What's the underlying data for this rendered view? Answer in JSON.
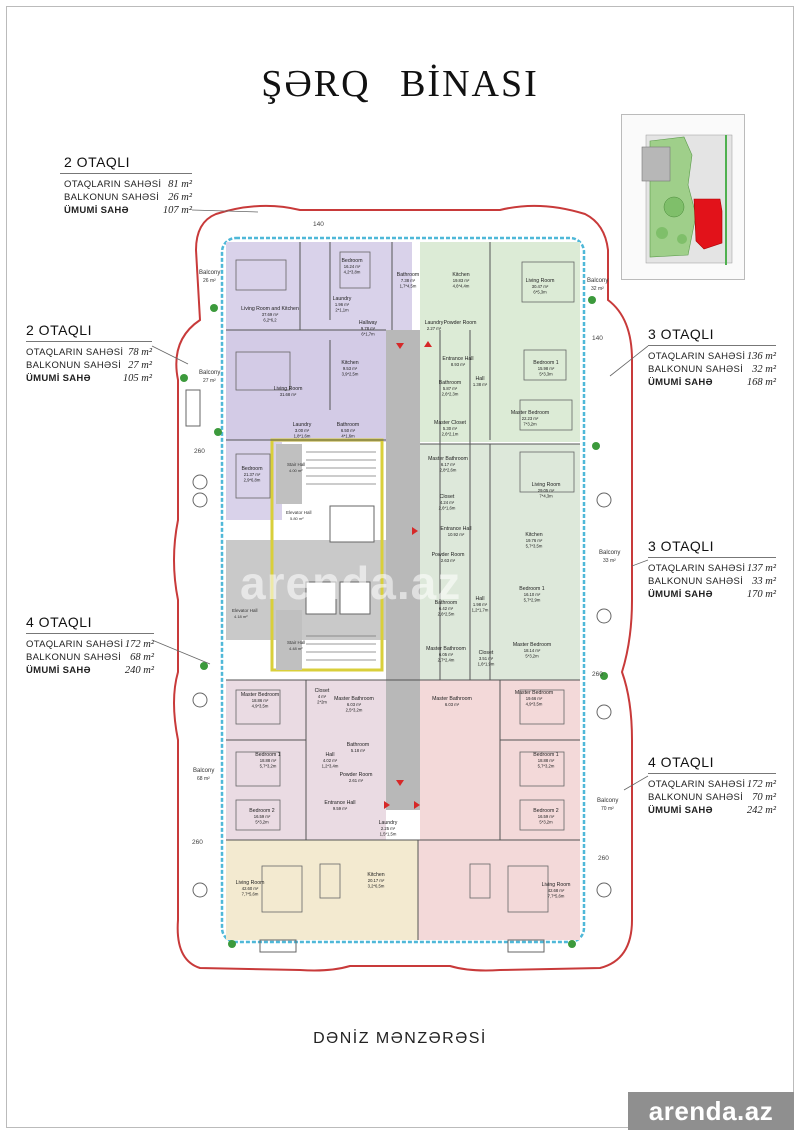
{
  "title": "ŞƏRQ   BİNASI",
  "footer": "DƏNİZ MƏNZƏRƏSİ",
  "brand": "arenda.az",
  "watermark": "arenda.az",
  "colors": {
    "outline_red": "#c83a3a",
    "unit_violet": "#d9d2ea",
    "unit_green": "#dcebd6",
    "unit_pink": "#f3d9d9",
    "unit_yellow": "#f3ead0",
    "corridor": "#b8b8b8",
    "core_yellow": "#f6f0a6",
    "window_cyan": "#4fb8d8",
    "keymap_highlight": "#e2121a"
  },
  "units": [
    {
      "id": "u1",
      "heading": "2 OTAQLI",
      "rooms_label": "OTAQLARIN SAHƏSİ",
      "rooms_value": "81 m²",
      "balcony_label": "BALKONUN SAHƏSİ",
      "balcony_value": "26 m²",
      "total_label": "ÜMUMİ SAHƏ",
      "total_value": "107 m²"
    },
    {
      "id": "u2",
      "heading": "2 OTAQLI",
      "rooms_label": "OTAQLARIN SAHƏSİ",
      "rooms_value": "78 m²",
      "balcony_label": "BALKONUN SAHƏSİ",
      "balcony_value": "27 m²",
      "total_label": "ÜMUMİ SAHƏ",
      "total_value": "105 m²"
    },
    {
      "id": "u3",
      "heading": "3 OTAQLI",
      "rooms_label": "OTAQLARIN SAHƏSİ",
      "rooms_value": "136 m²",
      "balcony_label": "BALKONUN SAHƏSİ",
      "balcony_value": "32 m²",
      "total_label": "ÜMUMİ SAHƏ",
      "total_value": "168 m²"
    },
    {
      "id": "u4",
      "heading": "3 OTAQLI",
      "rooms_label": "OTAQLARIN SAHƏSİ",
      "rooms_value": "137 m²",
      "balcony_label": "BALKONUN SAHƏSİ",
      "balcony_value": "33 m²",
      "total_label": "ÜMUMİ SAHƏ",
      "total_value": "170 m²"
    },
    {
      "id": "u5",
      "heading": "4 OTAQLI",
      "rooms_label": "OTAQLARIN SAHƏSİ",
      "rooms_value": "172 m²",
      "balcony_label": "BALKONUN SAHƏSİ",
      "balcony_value": "68 m²",
      "total_label": "ÜMUMİ SAHƏ",
      "total_value": "240 m²"
    },
    {
      "id": "u6",
      "heading": "4 OTAQLI",
      "rooms_label": "OTAQLARIN SAHƏSİ",
      "rooms_value": "172 m²",
      "balcony_label": "BALKONUN SAHƏSİ",
      "balcony_value": "70 m²",
      "total_label": "ÜMUMİ SAHƏ",
      "total_value": "242 m²"
    }
  ],
  "plan": {
    "dimensions": [
      "140",
      "140",
      "260",
      "260",
      "260",
      "260"
    ],
    "rooms": [
      {
        "name": "Bedroom",
        "area": "16.24 m²",
        "size": "4,2*3,8m"
      },
      {
        "name": "Bathroom",
        "area": "7.38 m²",
        "size": "1,7*4,5m"
      },
      {
        "name": "Living Room and Kitchen",
        "area": "37.69 m²",
        "size": "6,2*6,2"
      },
      {
        "name": "Laundry",
        "area": "1.96 m²",
        "size": "2*1,1m"
      },
      {
        "name": "Hallway",
        "area": "9.78 m²",
        "size": "6*1,7m"
      },
      {
        "name": "Kitchen",
        "area": "9.53 m²",
        "size": "3,9*2,5m"
      },
      {
        "name": "Living Room",
        "area": "31.68 m²",
        "size": ""
      },
      {
        "name": "Laundry",
        "area": "3.00 m²",
        "size": "1,8*1,6m"
      },
      {
        "name": "Bathroom",
        "area": "6.50 m²",
        "size": "4*1,6m"
      },
      {
        "name": "Bedroom",
        "area": "21.37 m²",
        "size": "2,9*6,8m"
      },
      {
        "name": "Kitchen",
        "area": "19.83 m²",
        "size": "4,6*4,4m"
      },
      {
        "name": "Living Room",
        "area": "30.47 m²",
        "size": "6*5,3m"
      },
      {
        "name": "Laundry",
        "area": "2.27 m²",
        "size": ""
      },
      {
        "name": "Powder Room",
        "area": "",
        "size": ""
      },
      {
        "name": "Entrance Hall",
        "area": "8.93 m²",
        "size": ""
      },
      {
        "name": "Hall",
        "area": "1.38 m²",
        "size": ""
      },
      {
        "name": "Bedroom 1",
        "area": "15.98 m²",
        "size": "5*3,3m"
      },
      {
        "name": "Bathroom",
        "area": "5.87 m²",
        "size": "2,6*2,3m"
      },
      {
        "name": "Master Bedroom",
        "area": "22.23 m²",
        "size": "7*3,2m"
      },
      {
        "name": "Master Closet",
        "area": "5.30 m²",
        "size": "2,6*2,1m"
      },
      {
        "name": "Master Bathroom",
        "area": "6.17 m²",
        "size": "2,8*2,6m"
      },
      {
        "name": "Living Room",
        "area": "29.05 m²",
        "size": "7*4,3m"
      },
      {
        "name": "Closet",
        "area": "4.24 m²",
        "size": "2,6*1,6m"
      },
      {
        "name": "Entrance Hall",
        "area": "10.92 m²",
        "size": ""
      },
      {
        "name": "Kitchen",
        "area": "19.76 m²",
        "size": "5,7*3,5m"
      },
      {
        "name": "Powder Room",
        "area": "2.63 m²",
        "size": ""
      },
      {
        "name": "Hall",
        "area": "1.98 m²",
        "size": "1,2*1,7m"
      },
      {
        "name": "Bedroom 1",
        "area": "16.10 m²",
        "size": "5,7*2,9m"
      },
      {
        "name": "Bathroom",
        "area": "6.42 m²",
        "size": "2,6*2,5m"
      },
      {
        "name": "Master Bathroom",
        "area": "6.05 m²",
        "size": "2,7*2,4m"
      },
      {
        "name": "Closet",
        "area": "3.51 m²",
        "size": "1,6*1,9m"
      },
      {
        "name": "Master Bedroom",
        "area": "18.14 m²",
        "size": "5*3,2m"
      },
      {
        "name": "Master Bedroom",
        "area": "18.86 m²",
        "size": "4,9*3,5m"
      },
      {
        "name": "Closet",
        "area": "4 m²",
        "size": "2*2m"
      },
      {
        "name": "Master Bathroom",
        "area": "6.03 m²",
        "size": "2,5*3,2m"
      },
      {
        "name": "Bedroom 1",
        "area": "18.88 m²",
        "size": "5,7*3,2m"
      },
      {
        "name": "Hall",
        "area": "4.02 m²",
        "size": "1,2*3,4m"
      },
      {
        "name": "Bathroom",
        "area": "5.18 m²",
        "size": ""
      },
      {
        "name": "Powder Room",
        "area": "2.61 m²",
        "size": ""
      },
      {
        "name": "Bedroom 2",
        "area": "16.59 m²",
        "size": "5*3,2m"
      },
      {
        "name": "Entrance Hall",
        "area": "9.59 m²",
        "size": ""
      },
      {
        "name": "Laundry",
        "area": "2.25 m²",
        "size": "1,5*1,5m"
      },
      {
        "name": "Living Room",
        "area": "42.60 m²",
        "size": "7,7*5,6m"
      },
      {
        "name": "Kitchen",
        "area": "20.17 m²",
        "size": "3,2*6,5m"
      },
      {
        "name": "Master Bedroom",
        "area": "19.66 m²",
        "size": "4,9*3,5m"
      },
      {
        "name": "Master Bathroom",
        "area": "6.03 m²",
        "size": ""
      },
      {
        "name": "Bedroom 1",
        "area": "18.88 m²",
        "size": "5,7*3,2m"
      },
      {
        "name": "Bedroom 2",
        "area": "16.59 m²",
        "size": "5*3,2m"
      },
      {
        "name": "Living Room",
        "area": "42.68 m²",
        "size": "7,7*5,6m"
      }
    ],
    "balconies": [
      {
        "name": "Balcony",
        "area": "26 m²"
      },
      {
        "name": "Balcony",
        "area": "27 m²"
      },
      {
        "name": "Balcony",
        "area": "32 m²"
      },
      {
        "name": "Balcony",
        "area": "33 m²"
      },
      {
        "name": "Balcony",
        "area": "68 m²"
      },
      {
        "name": "Balcony",
        "area": "70 m²"
      }
    ],
    "core": [
      {
        "name": "Stair Hall",
        "area": "4.00 m²"
      },
      {
        "name": "Elevator Hall",
        "area": "5.80 m²"
      },
      {
        "name": "Elevator Hall",
        "area": "4.18 m²"
      },
      {
        "name": "Stair Hall",
        "area": "4.48 m²"
      }
    ]
  }
}
